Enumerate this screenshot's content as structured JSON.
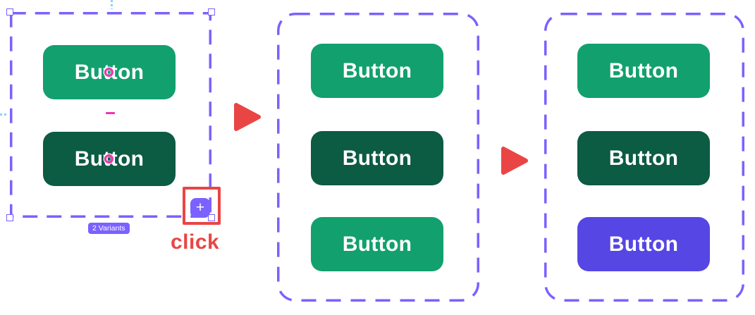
{
  "colors": {
    "selection_purple": "#7B61FF",
    "green": "#12A06E",
    "dark_green": "#0C5B43",
    "indigo": "#5646E4",
    "red": "#EA4545",
    "pink": "#F232B4",
    "guide_blue": "#8FCFF5",
    "button_text": "#FFFFFF"
  },
  "step1": {
    "badge_label": "2 Variants",
    "variants": [
      {
        "label": "Button",
        "color": "#12A06E"
      },
      {
        "label": "Button",
        "color": "#0C5B43"
      }
    ],
    "add_button": {
      "icon": "plus-icon",
      "glyph": "+"
    },
    "annotation_label": "click"
  },
  "connector": {
    "icon": "arrow-right-icon"
  },
  "step2": {
    "buttons": [
      {
        "label": "Button",
        "color": "#12A06E"
      },
      {
        "label": "Button",
        "color": "#0C5B43"
      },
      {
        "label": "Button",
        "color": "#12A06E"
      }
    ]
  },
  "step3": {
    "buttons": [
      {
        "label": "Button",
        "color": "#12A06E"
      },
      {
        "label": "Button",
        "color": "#0C5B43"
      },
      {
        "label": "Button",
        "color": "#5646E4"
      }
    ]
  }
}
